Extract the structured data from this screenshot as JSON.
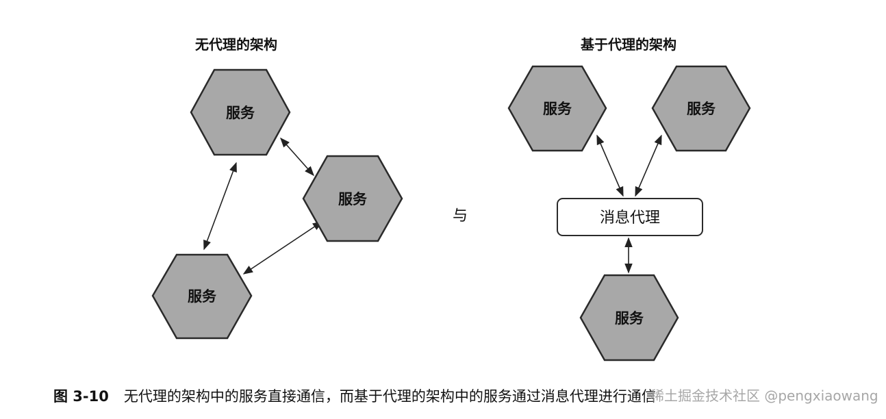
{
  "diagram": {
    "left_title": "无代理的架构",
    "right_title": "基于代理的架构",
    "connector": "与",
    "nodes": [
      {
        "id": "left-top",
        "label": "服务"
      },
      {
        "id": "left-right",
        "label": "服务"
      },
      {
        "id": "left-bottom",
        "label": "服务"
      },
      {
        "id": "right-top-left",
        "label": "服务"
      },
      {
        "id": "right-top-right",
        "label": "服务"
      },
      {
        "id": "right-bottom",
        "label": "服务"
      }
    ],
    "broker": {
      "label": "消息代理"
    },
    "edges": [
      {
        "from": "left-top",
        "to": "left-right",
        "bidirectional": true
      },
      {
        "from": "left-top",
        "to": "left-bottom",
        "bidirectional": true
      },
      {
        "from": "left-right",
        "to": "left-bottom",
        "bidirectional": true
      },
      {
        "from": "right-top-left",
        "to": "broker",
        "bidirectional": true
      },
      {
        "from": "right-top-right",
        "to": "broker",
        "bidirectional": true
      },
      {
        "from": "right-bottom",
        "to": "broker",
        "bidirectional": true
      }
    ]
  },
  "caption": {
    "number": "图 3-10",
    "text": "无代理的架构中的服务直接通信，而基于代理的架构中的服务通过消息代理进行通信"
  },
  "watermark": "稀土掘金技术社区 @pengxiaowang",
  "colors": {
    "hex_fill": "#a8a8a8",
    "stroke": "#2a2a2a",
    "background": "#ffffff"
  }
}
